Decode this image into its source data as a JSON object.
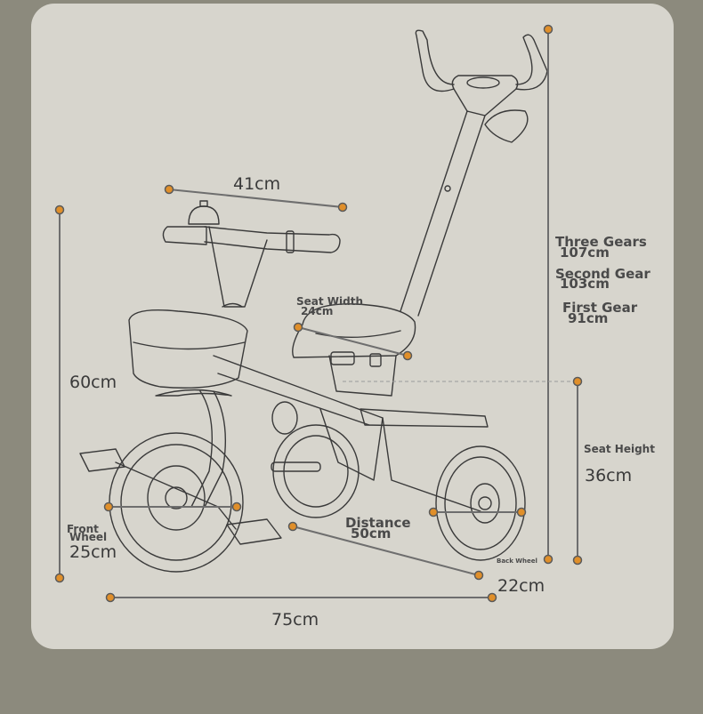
{
  "labels": {
    "handlebar_width": "41cm",
    "total_height_left": "60cm",
    "seat_width_title": "Seat Width",
    "seat_width_value": "24cm",
    "three_gears_title": "Three Gears",
    "three_gears_value": "107cm",
    "second_gear_title": "Second Gear",
    "second_gear_value": "103cm",
    "first_gear_title": "First Gear",
    "first_gear_value": "91cm",
    "seat_height_title": "Seat Height",
    "seat_height_value": "36cm",
    "front_wheel_title_1": "Front",
    "front_wheel_title_2": "Wheel",
    "front_wheel_value": "25cm",
    "distance_title": "Distance",
    "distance_value": "50cm",
    "back_wheel_title": "Back Wheel",
    "back_wheel_value": "22cm",
    "total_length": "75cm"
  },
  "colors": {
    "background": "#8c8a7d",
    "card": "#d7d5cd",
    "dimension_line": "#6e6e6e",
    "marker_dot": "#e08f2a",
    "drawing_line": "#3a3a3a"
  }
}
